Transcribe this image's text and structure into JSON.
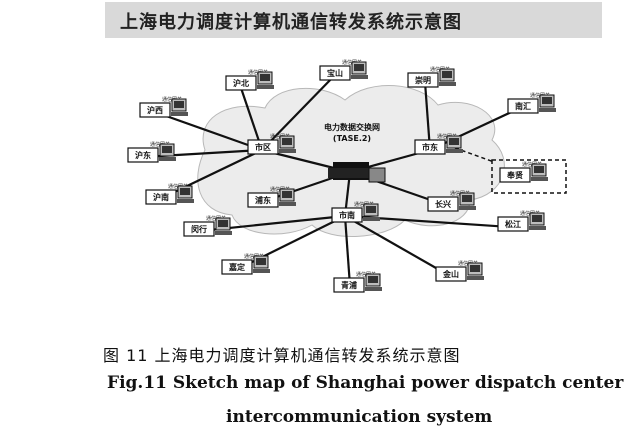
{
  "title": "上海电力调度计算机通信转发系统示意图",
  "cloud": {
    "label": "电力数据交换网",
    "sublabel": "(TASE.2)"
  },
  "node_sublabel": "通信网关",
  "hub_nodes": [
    {
      "id": "puxi",
      "label": "市区"
    },
    {
      "id": "shidong",
      "label": "市东"
    },
    {
      "id": "shinan",
      "label": "市南"
    }
  ],
  "nodes": [
    {
      "id": "baoshan",
      "label": "宝山"
    },
    {
      "id": "pubei",
      "label": "沪北"
    },
    {
      "id": "puxi2",
      "label": "沪西"
    },
    {
      "id": "pudong",
      "label": "沪东"
    },
    {
      "id": "punan",
      "label": "沪南"
    },
    {
      "id": "puming",
      "label": "浦东"
    },
    {
      "id": "nanhui",
      "label": "南汇"
    },
    {
      "id": "fengxian",
      "label": "奉贤"
    },
    {
      "id": "changxing",
      "label": "长兴"
    },
    {
      "id": "chongming",
      "label": "崇明"
    },
    {
      "id": "minhang",
      "label": "闵行"
    },
    {
      "id": "songjiang",
      "label": "松江"
    },
    {
      "id": "jiading",
      "label": "嘉定"
    },
    {
      "id": "qingpu",
      "label": "青浦"
    },
    {
      "id": "jinshan",
      "label": "金山"
    }
  ],
  "caption": {
    "cn": "图 11    上海电力调度计算机通信转发系统示意图",
    "en_line1": "Fig.11    Sketch map of Shanghai power dispatch center",
    "en_line2": "intercommunication system"
  }
}
